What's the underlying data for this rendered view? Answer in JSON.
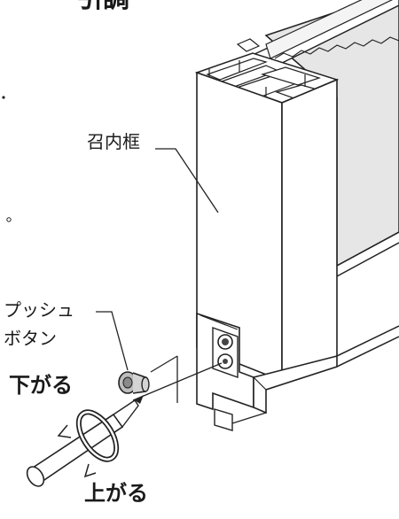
{
  "labels": {
    "top_heading_fragment": "引調",
    "frame_name": "召内框",
    "push_button_line1": "プッシュ",
    "push_button_line2": "ボタン",
    "direction_down": "下がる",
    "direction_up": "上がる"
  }
}
